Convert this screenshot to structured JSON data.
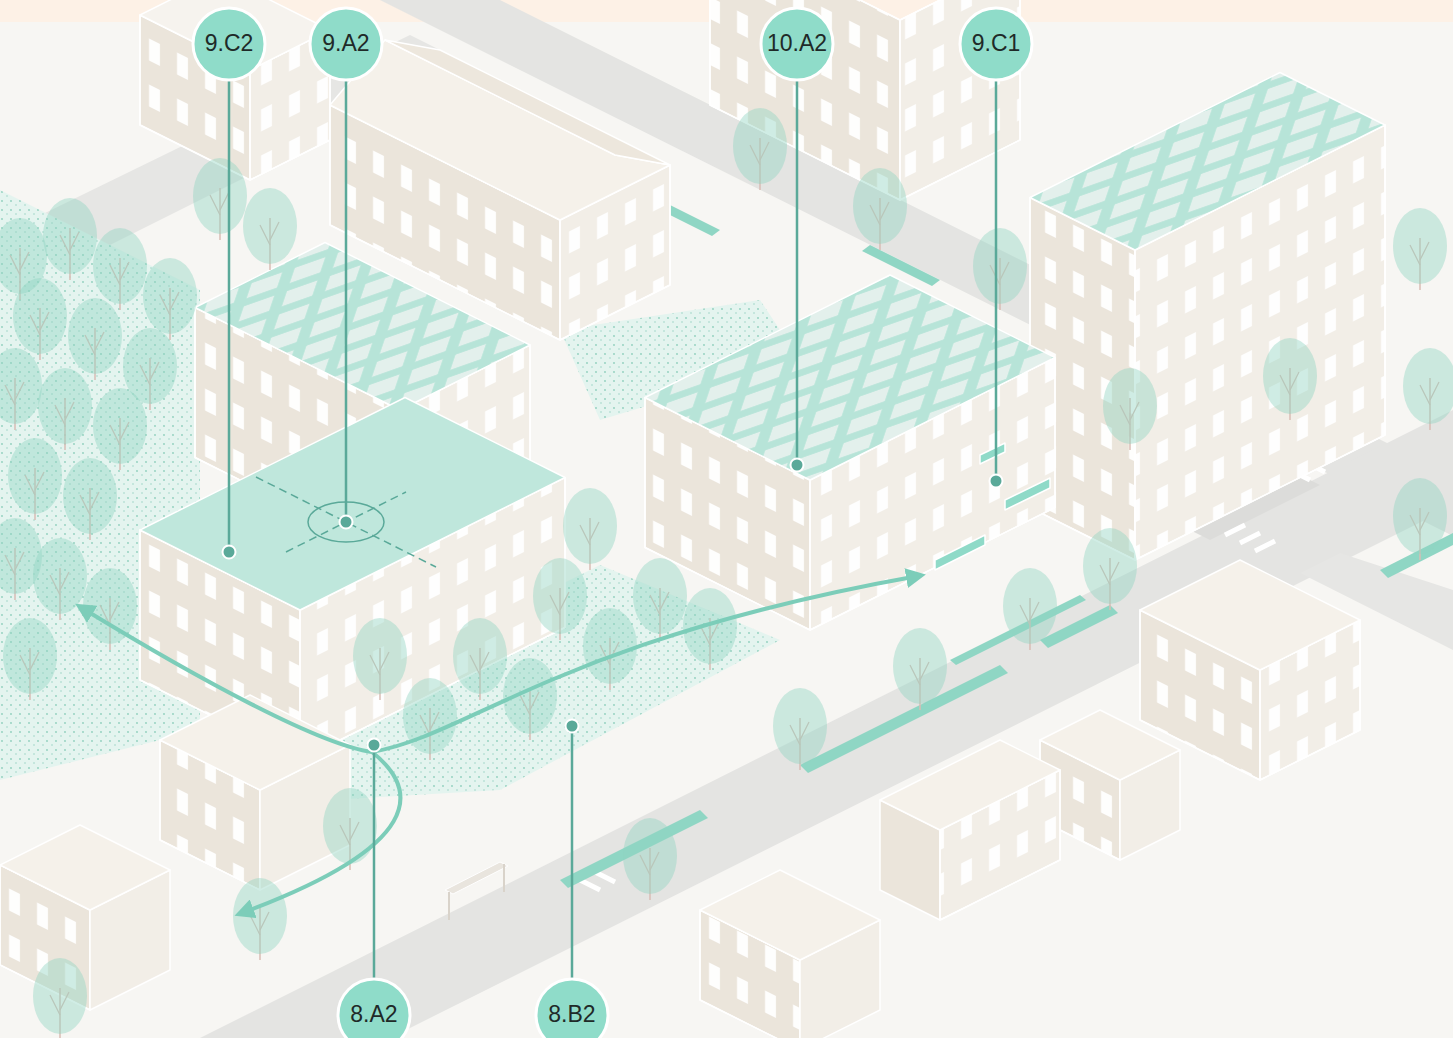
{
  "diagram": {
    "nodes": [
      {
        "text": [
          "9.C2"
        ]
      },
      {
        "text": [
          "9.A2"
        ]
      },
      {
        "text": [
          "10.A2"
        ]
      },
      {
        "text": [
          "9.C1"
        ]
      },
      {
        "text": [
          "8.A2"
        ]
      },
      {
        "text": [
          "8.B2"
        ]
      }
    ]
  }
}
